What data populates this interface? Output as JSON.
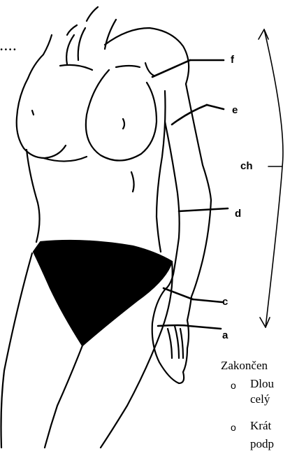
{
  "top_left_dots": "....",
  "labels": {
    "f": "f",
    "e": "e",
    "ch": "ch",
    "d": "d",
    "c": "c",
    "a": "a"
  },
  "caption": {
    "heading": "Zakončen",
    "bullet_marker": "o",
    "items": [
      "Dlou",
      "celý",
      "Krát",
      "podp"
    ]
  }
}
